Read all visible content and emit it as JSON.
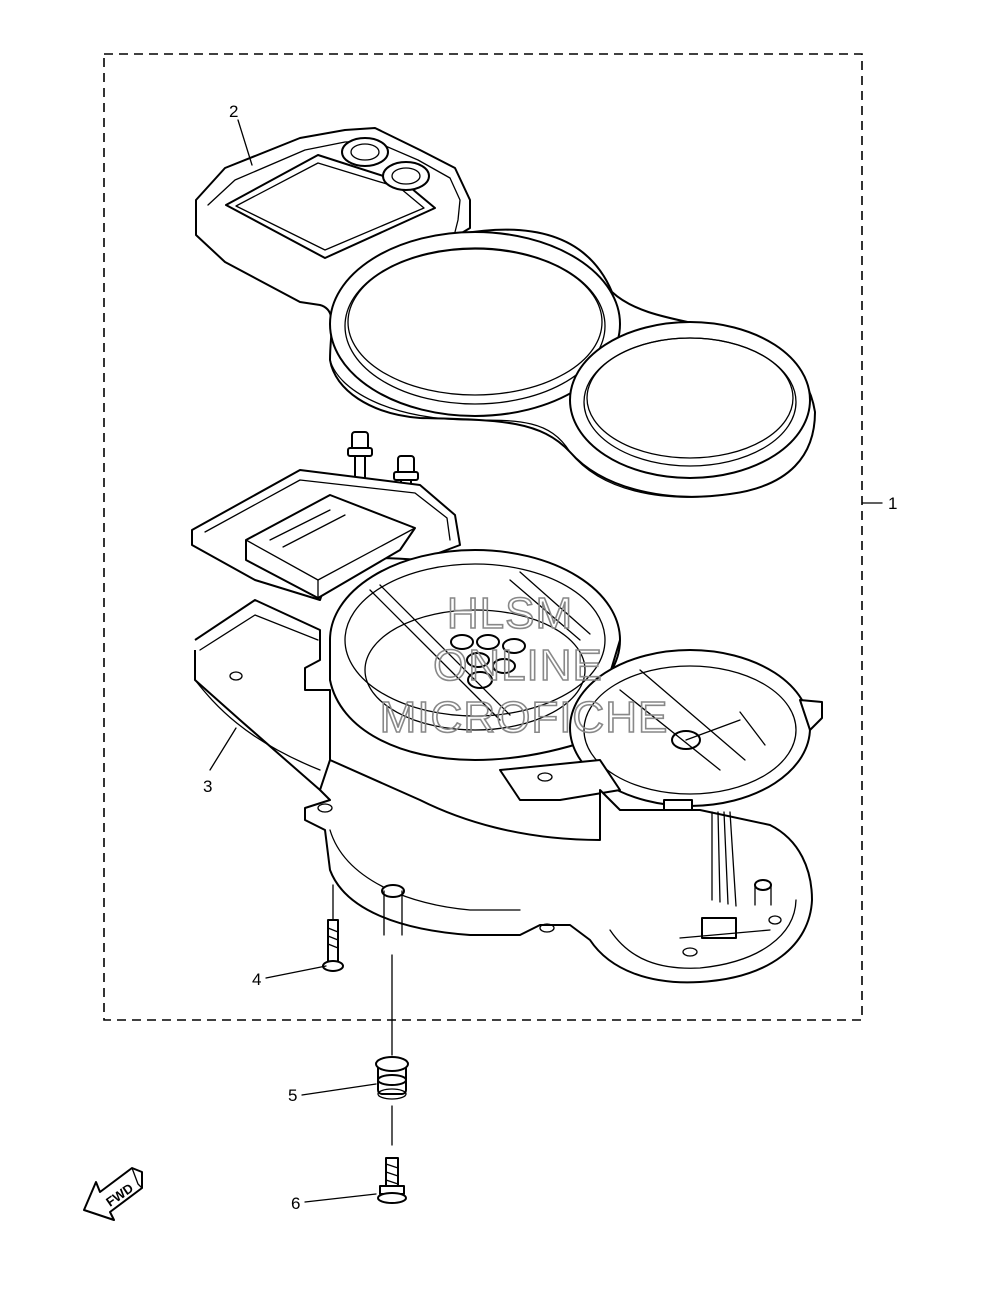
{
  "callouts": {
    "c1": "1",
    "c2": "2",
    "c3": "3",
    "c4": "4",
    "c5": "5",
    "c6": "6"
  },
  "watermark": {
    "line1": "HLSM",
    "line2": "ONLINE",
    "line3": "MICROFICHE"
  },
  "direction_arrow": {
    "label": "FWD"
  }
}
